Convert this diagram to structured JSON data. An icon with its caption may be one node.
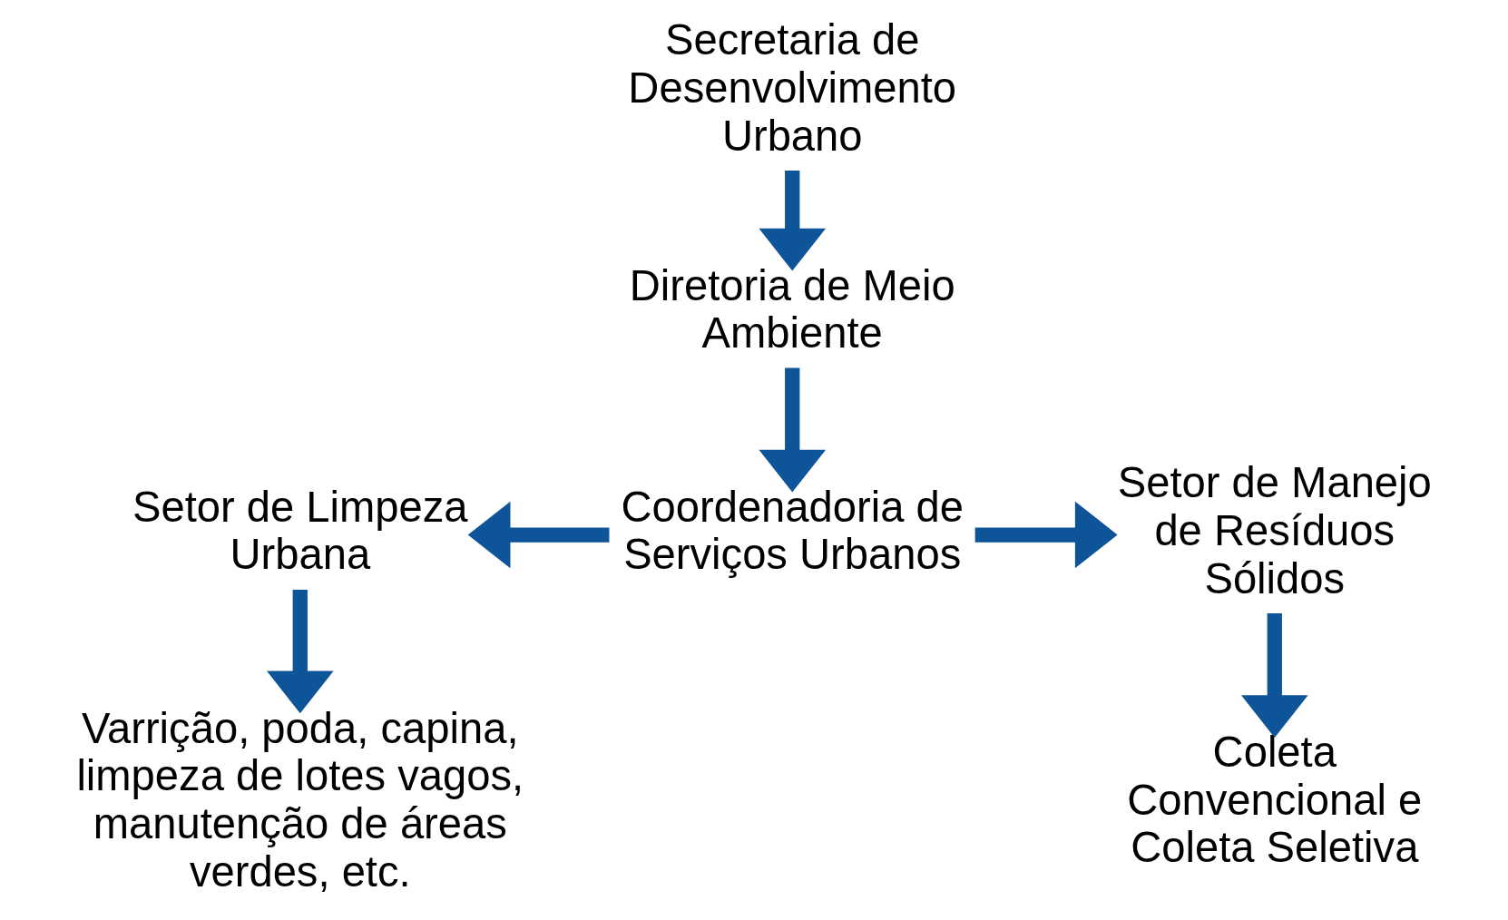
{
  "diagram": {
    "nodes": [
      {
        "text": [
          "Secretaria de Desenvolvimento Urbano"
        ]
      },
      {
        "text": [
          "Diretoria de Meio Ambiente"
        ]
      },
      {
        "text": [
          "Coordenadoria de Serviços Urbanos"
        ]
      },
      {
        "text": [
          "Setor de Limpeza Urbana"
        ]
      },
      {
        "text": [
          "Setor de Manejo de Resíduos Sólidos"
        ]
      },
      {
        "text": [
          "Varrição, poda, capina, limpeza de lotes vagos, manutenção de áreas verdes, etc."
        ]
      },
      {
        "text": [
          "Coleta Convencional e Coleta Seletiva"
        ]
      }
    ],
    "edges": [
      {
        "from": 0,
        "to": 1,
        "arrow": "to"
      },
      {
        "from": 1,
        "to": 2,
        "arrow": "to"
      },
      {
        "from": 2,
        "to": 3,
        "arrow": "to"
      },
      {
        "from": 2,
        "to": 4,
        "arrow": "to"
      },
      {
        "from": 3,
        "to": 5,
        "arrow": "to"
      },
      {
        "from": 4,
        "to": 6,
        "arrow": "to"
      }
    ]
  }
}
